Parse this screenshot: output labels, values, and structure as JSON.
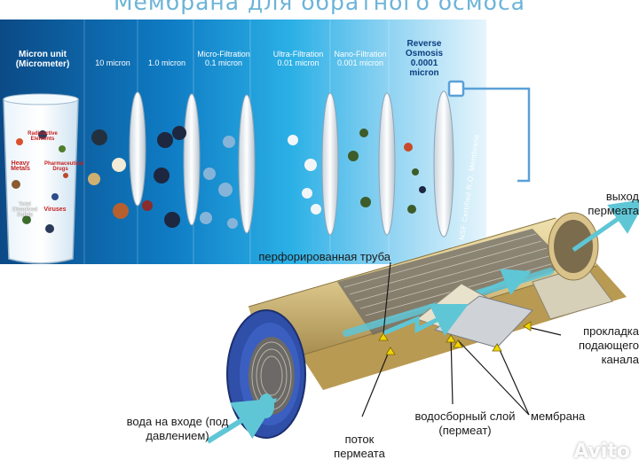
{
  "title": "Мембрана для обратного осмоса",
  "scale": {
    "unit_label": "Micron unit (Micrometer)",
    "columns": [
      {
        "label": "10 micron"
      },
      {
        "label": "1.0 micron"
      },
      {
        "label": "Micro-Filtration 0.1 micron"
      },
      {
        "label": "Ultra-Filtration 0.01 micron"
      },
      {
        "label": "Nano-Filtration 0.001 micron"
      },
      {
        "label": "Reverse Osmosis 0.0001 micron"
      }
    ],
    "glass_items": [
      "Radioactive Elements",
      "Heavy Metals",
      "Pharmaceutical Drugs",
      "Total Dissolved Solids",
      "Viruses"
    ],
    "certified_text": "NSF Certified R.O. Membrane"
  },
  "callouts": {
    "permeate_out": "выход пермеата",
    "perforated_tube": "перфорированная труба",
    "feed_spacer": "прокладка подающего канала",
    "water_inlet": "вода на входе (под давлением)",
    "permeate_flow": "поток пермеата",
    "collection_layer": "водосборный слой (пермеат)",
    "membrane": "мембрана"
  },
  "watermark": "Avito",
  "colors": {
    "band_dark": "#0a4f8a",
    "band_light": "#d9eef9",
    "arrow": "#5fc6d6",
    "cylinder": "#d9c48a",
    "endcap": "#2f4fa8"
  }
}
